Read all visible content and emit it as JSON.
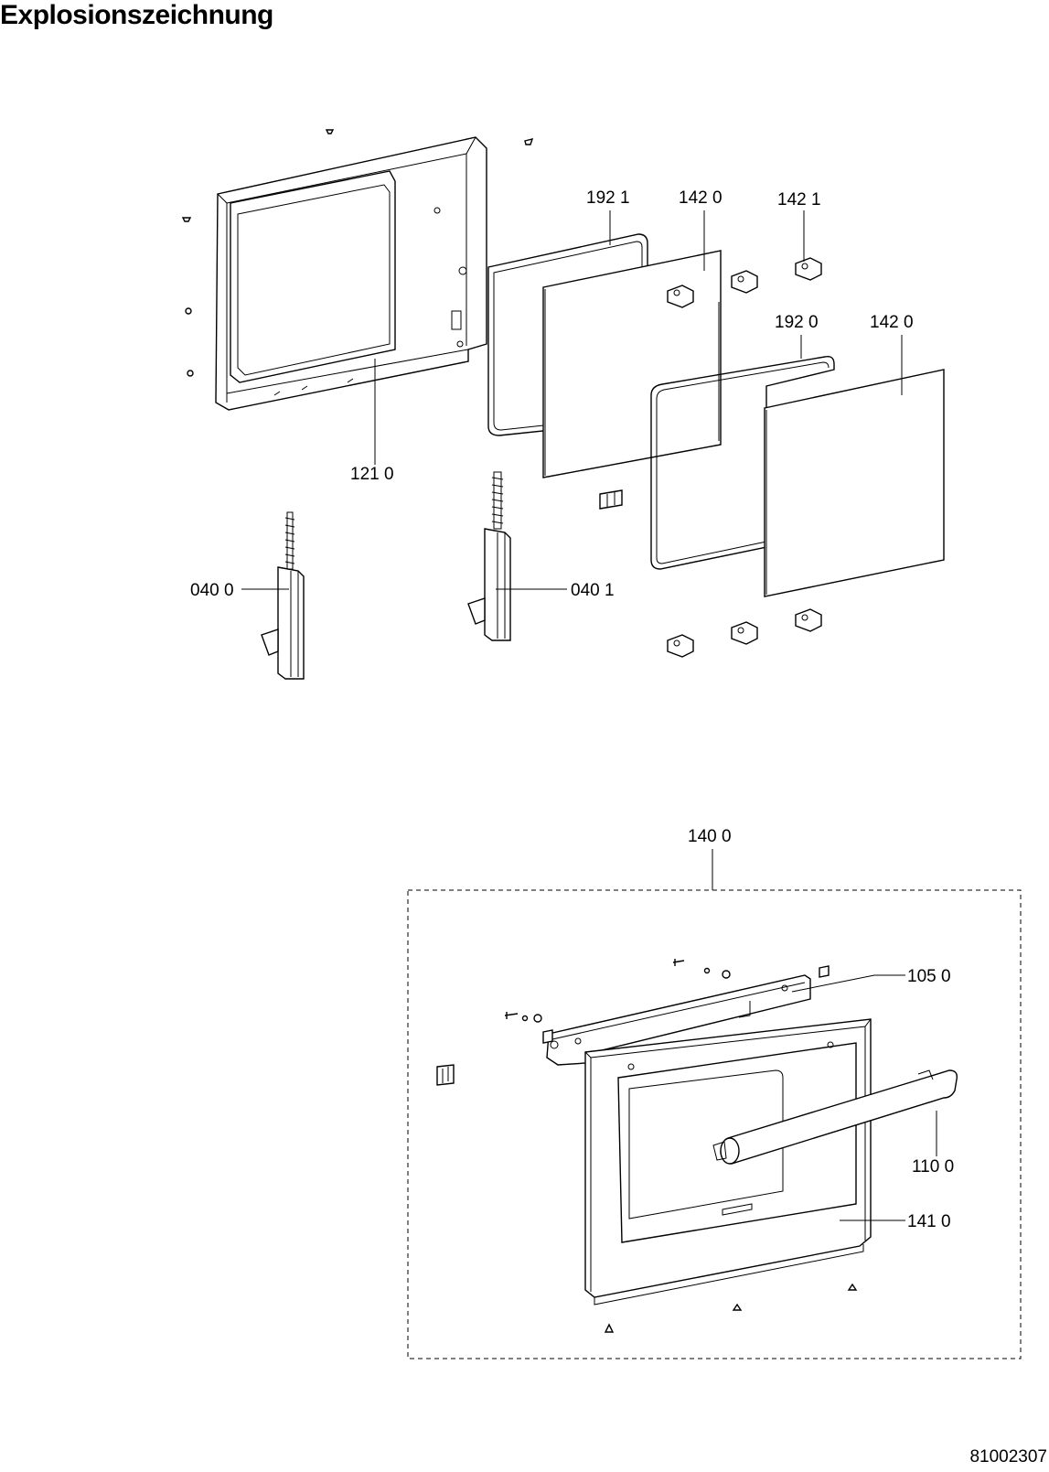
{
  "title": "Explosionszeichnung",
  "document_number": "81002307",
  "labels": {
    "p1921": "192 1",
    "p1420a": "142 0",
    "p1421": "142 1",
    "p1920": "192 0",
    "p1420b": "142 0",
    "p1210": "121 0",
    "p0400": "040 0",
    "p0401": "040 1",
    "p1400": "140 0",
    "p1050": "105 0",
    "p1100": "110 0",
    "p1410": "141 0"
  },
  "colors": {
    "line": "#000000",
    "background": "#ffffff"
  }
}
